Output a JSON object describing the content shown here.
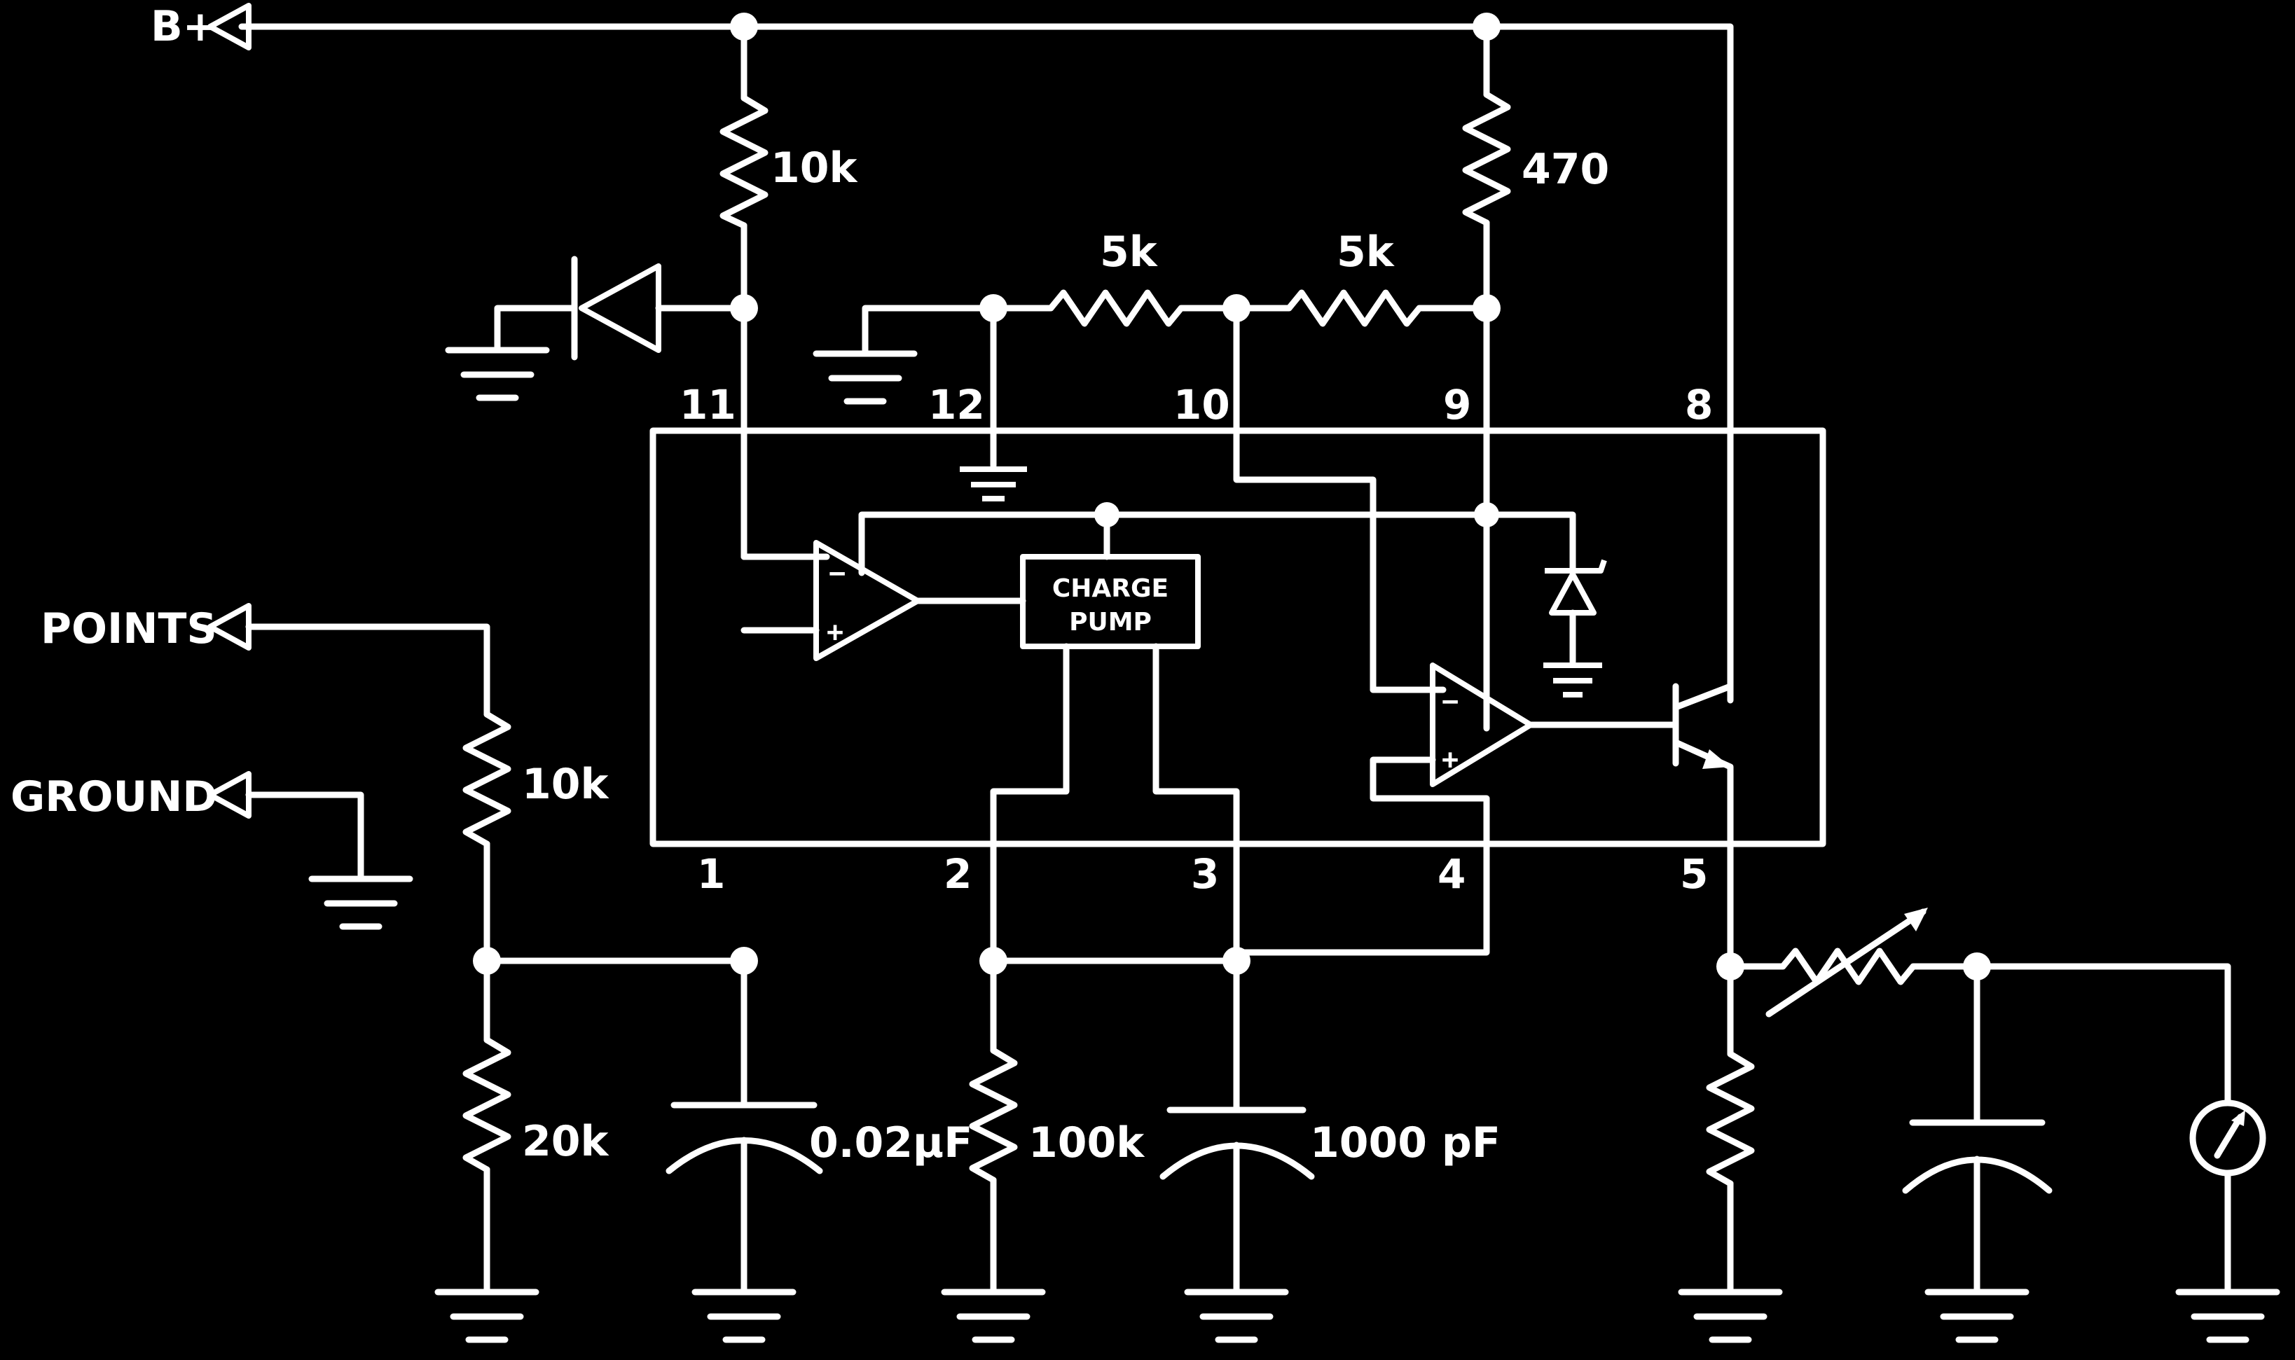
{
  "diagram": {
    "terminals": {
      "supply": "B+",
      "points": "POINTS",
      "ground": "GROUND"
    },
    "components": {
      "r_supply_left": "10k",
      "r_supply_right": "470",
      "r_div_a": "5k",
      "r_div_b": "5k",
      "r_input": "10k",
      "r_input_bottom": "20k",
      "c_pin1": "0.02μF",
      "r_pin2": "100k",
      "c_pin3": "1000 pF"
    },
    "ic_block": "CHARGE PUMP",
    "pins": [
      "11",
      "12",
      "10",
      "9",
      "8",
      "1",
      "2",
      "3",
      "4",
      "5"
    ],
    "opamp_signs": {
      "minus": "−",
      "plus": "+"
    },
    "colors": {
      "background": "#000000",
      "line": "#ffffff"
    }
  }
}
